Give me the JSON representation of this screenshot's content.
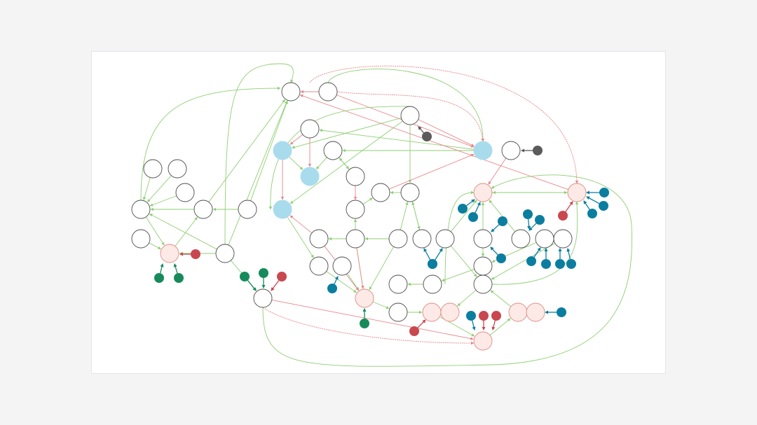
{
  "colors": {
    "page_background": "#f4f4f5",
    "canvas_background": "#ffffff",
    "edge_green": "#8fcf72",
    "edge_red": "#e8878b",
    "node_stroke": "#4b4b4b",
    "node_fill": "#ffffff",
    "species_reactive_fill": "#fdeae7",
    "species_reactive_stroke": "#e08a82",
    "species_blue_fill": "#a8dced",
    "input_teal": "#0b7ea0",
    "input_green": "#178a5c",
    "input_red": "#c9474f",
    "input_gray": "#5b5b5b"
  },
  "diagram": {
    "type": "reaction-network",
    "node_kinds": [
      "plain",
      "reactive",
      "blue-species"
    ],
    "input_kinds": [
      "teal",
      "green",
      "red",
      "gray"
    ]
  }
}
